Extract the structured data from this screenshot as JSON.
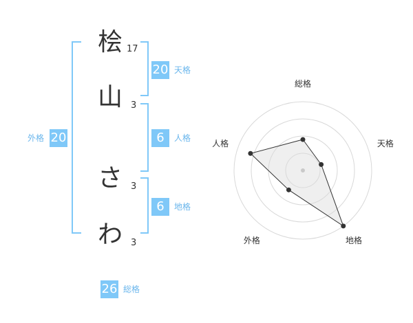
{
  "characters": [
    {
      "char": "桧",
      "strokes": "17"
    },
    {
      "char": "山",
      "strokes": "3"
    },
    {
      "char": "さ",
      "strokes": "3"
    },
    {
      "char": "わ",
      "strokes": "3"
    }
  ],
  "fortunes": {
    "tenkaku": {
      "value": "20",
      "label": "天格"
    },
    "jinkaku": {
      "value": "6",
      "label": "人格"
    },
    "chikaku": {
      "value": "6",
      "label": "地格"
    },
    "gaikaku": {
      "value": "20",
      "label": "外格"
    },
    "soukaku": {
      "value": "26",
      "label": "総格"
    }
  },
  "colors": {
    "accent": "#7fc8f8",
    "label": "#6ab6ec"
  },
  "chart_data": {
    "type": "radar",
    "categories": [
      "総格",
      "天格",
      "地格",
      "外格",
      "人格"
    ],
    "values": [
      0.45,
      0.28,
      1.0,
      0.35,
      0.8
    ],
    "rlim": [
      0,
      1
    ],
    "grid_rings": 4
  }
}
